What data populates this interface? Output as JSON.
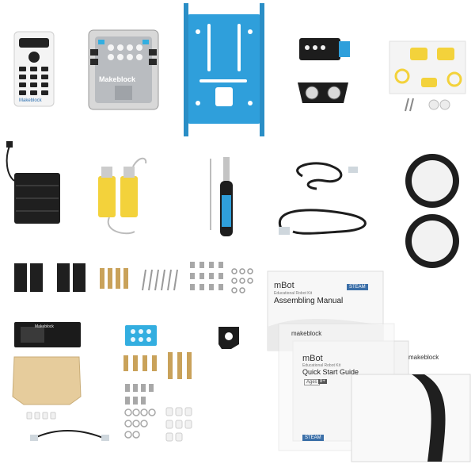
{
  "product_text": {
    "controller_brand": "Makeblock",
    "remote_brand": "Makeblock",
    "manual_brand": "mBot",
    "manual_subtitle": "Educational Robot Kit",
    "manual_title": "Assembling Manual",
    "steam_badge": "STEAM",
    "box_brand": "makeblock",
    "guide_brand": "mBot",
    "guide_subtitle": "Educational Robot Kit",
    "guide_title": "Quick Start Guide",
    "ages_label": "Ages",
    "ages_value": "8+",
    "back_brand": "makeblock",
    "display_brand": "Makeblock",
    "steam_badge_bottom": "STEAM"
  }
}
